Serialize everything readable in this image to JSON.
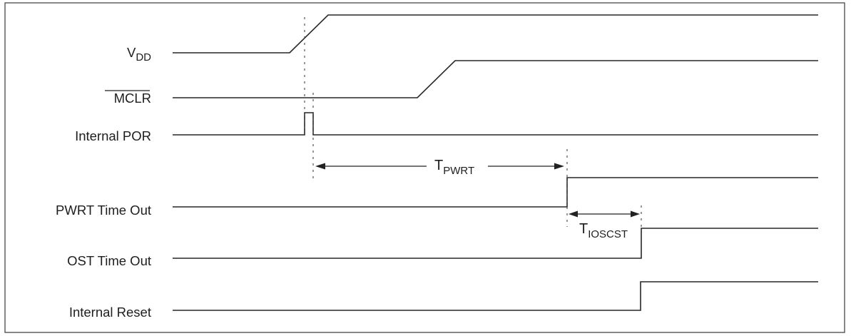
{
  "title": "",
  "signals": [
    {
      "id": "vdd",
      "main": "V",
      "sub": "DD",
      "overline": false
    },
    {
      "id": "mclr",
      "main": "MCLR",
      "sub": "",
      "overline": true
    },
    {
      "id": "por",
      "main": "Internal POR",
      "sub": "",
      "overline": false
    },
    {
      "id": "pwrt",
      "main": "PWRT Time Out",
      "sub": "",
      "overline": false
    },
    {
      "id": "ost",
      "main": "OST Time Out",
      "sub": "",
      "overline": false
    },
    {
      "id": "reset",
      "main": "Internal Reset",
      "sub": "",
      "overline": false
    }
  ],
  "intervals": [
    {
      "id": "tpwrt",
      "main": "T",
      "sub": "PWRT"
    },
    {
      "id": "tioscst",
      "main": "T",
      "sub": "IOSCST"
    }
  ]
}
